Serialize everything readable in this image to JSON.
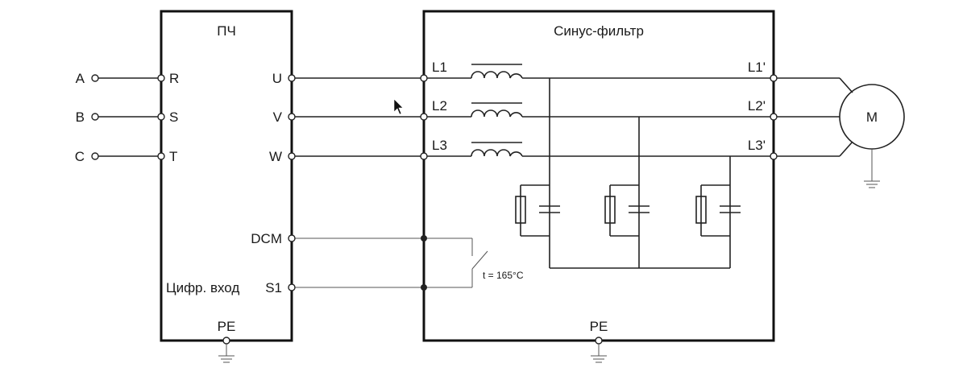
{
  "inverter": {
    "title": "ПЧ",
    "inputs": [
      "R",
      "S",
      "T"
    ],
    "outputs": [
      "U",
      "V",
      "W"
    ],
    "dcm": "DCM",
    "digital_input_label": "Цифр. вход",
    "s1": "S1",
    "pe": "PE"
  },
  "supply": {
    "phases": [
      "A",
      "B",
      "C"
    ]
  },
  "filter": {
    "title": "Синус-фильтр",
    "inputs": [
      "L1",
      "L2",
      "L3"
    ],
    "outputs": [
      "L1'",
      "L2'",
      "L3'"
    ],
    "thermal_switch": "t = 165°C",
    "pe": "PE"
  },
  "motor": {
    "label": "M"
  }
}
